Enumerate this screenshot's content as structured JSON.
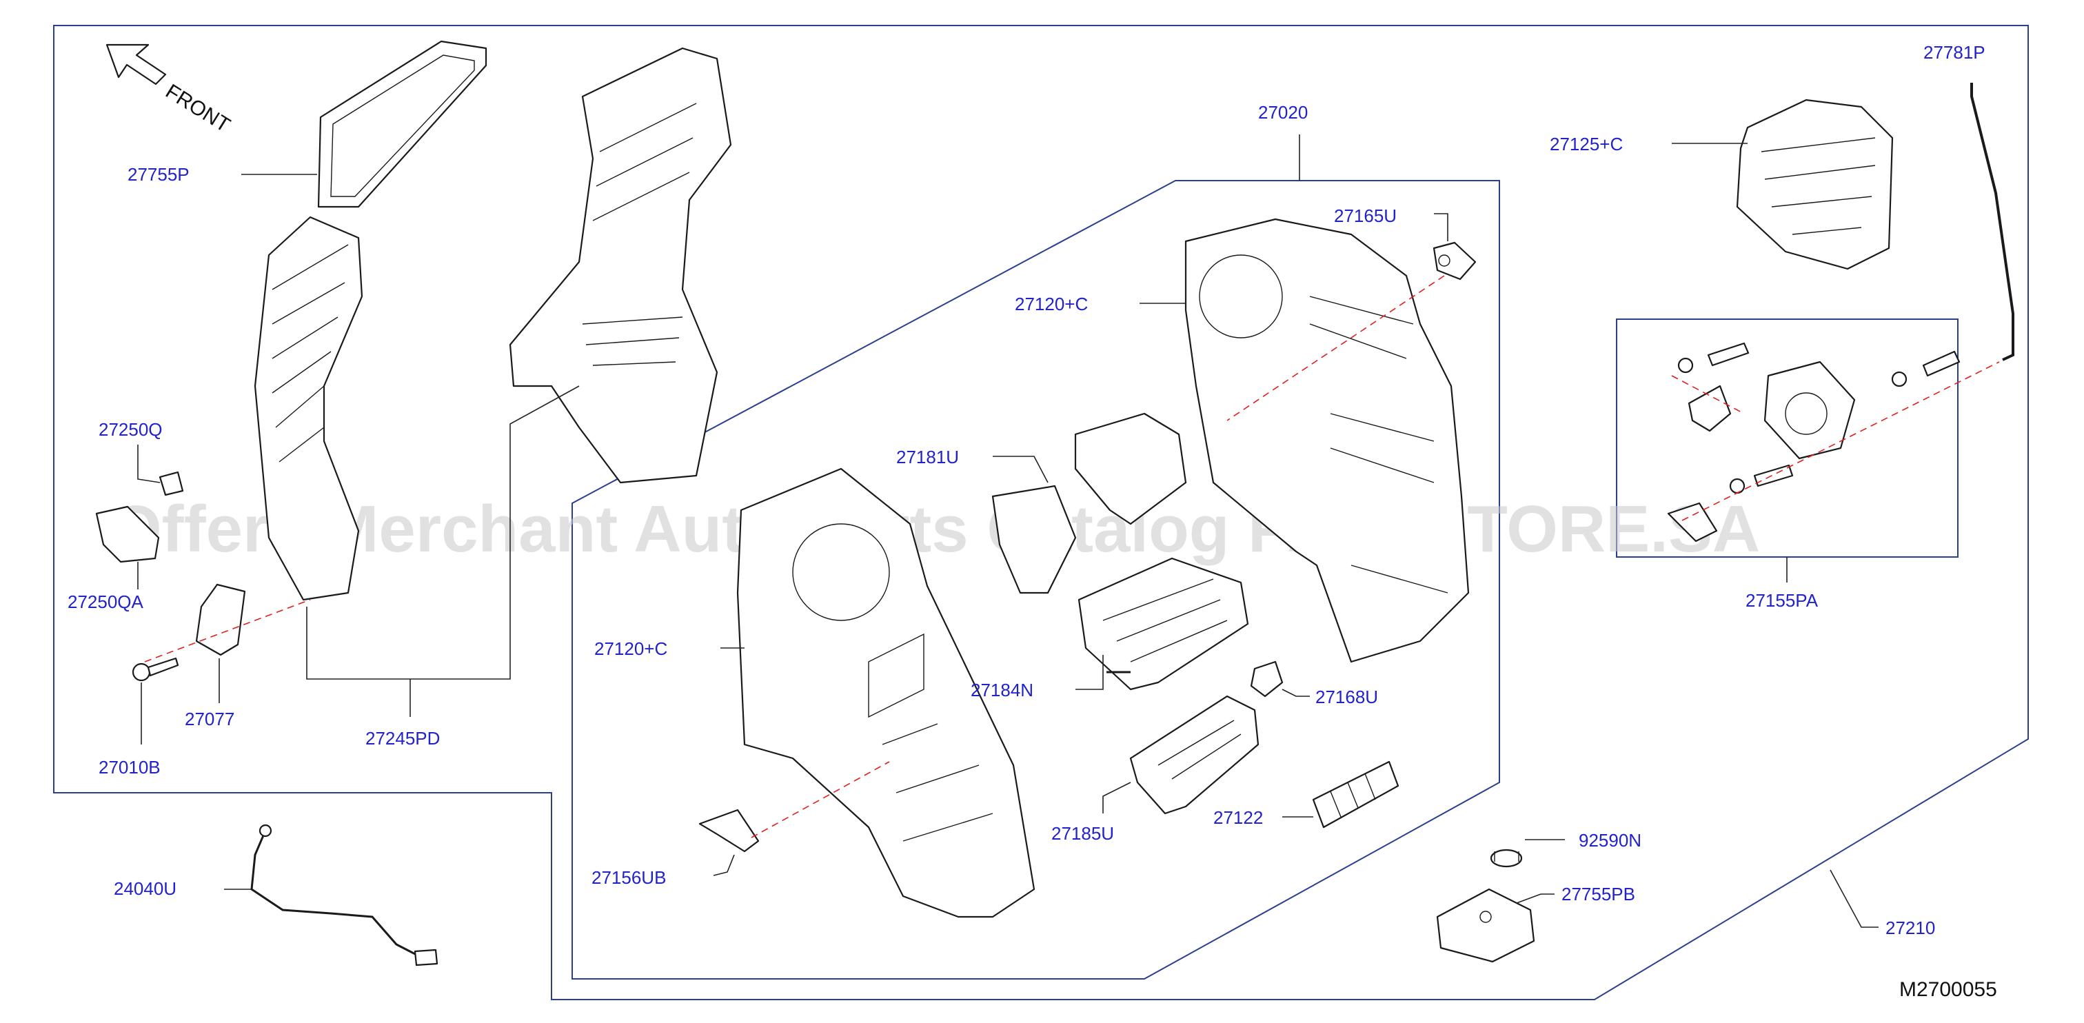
{
  "diagram_code": "M2700055",
  "front_label": "FRONT",
  "watermark": "Offers Merchant Auto Parts Catalog PARTSTORE.SA",
  "colors": {
    "label": "#2222cc",
    "frame": "#2a3f8f",
    "centerline": "#e02020"
  },
  "callouts": {
    "p27755P": "27755P",
    "p27250Q": "27250Q",
    "p27250QA": "27250QA",
    "p27077": "27077",
    "p27010B": "27010B",
    "p27245PD": "27245PD",
    "p24040U": "24040U",
    "p27020": "27020",
    "p27165U": "27165U",
    "p27120C_top": "27120+C",
    "p27181U": "27181U",
    "p27120C_left": "27120+C",
    "p27184N": "27184N",
    "p27168U": "27168U",
    "p27185U": "27185U",
    "p27122": "27122",
    "p27156UB": "27156UB",
    "p27781P": "27781P",
    "p27125C": "27125+C",
    "p27155PA": "27155PA",
    "p92590N": "92590N",
    "p27755PB": "27755PB",
    "p27210": "27210"
  }
}
